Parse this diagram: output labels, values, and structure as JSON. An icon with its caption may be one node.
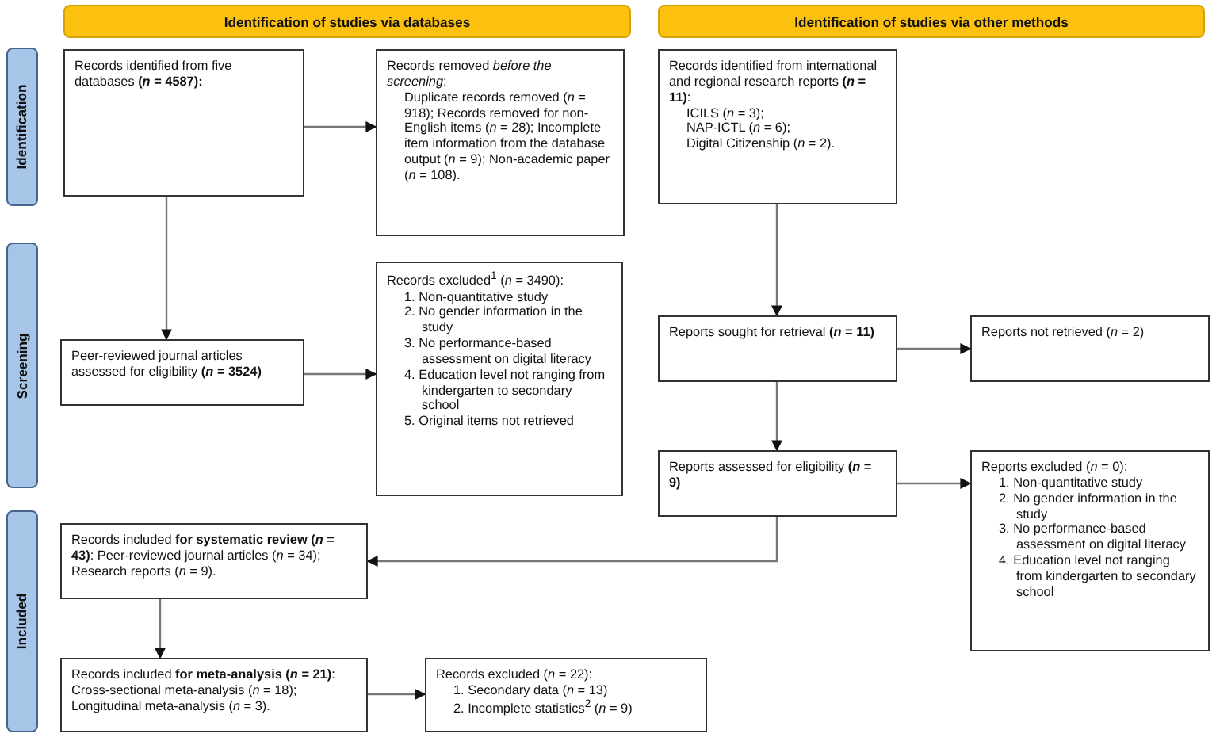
{
  "diagram": {
    "nodes": [
      {
        "text": [
          "Identification of studies via databases"
        ]
      },
      {
        "text": [
          "Identification of studies via other methods"
        ]
      },
      {
        "text": [
          "Identification"
        ]
      },
      {
        "text": [
          "Records identified from five databases **(*n* = 4587):**"
        ]
      },
      {
        "text": [
          "Records removed *before the screening*:",
          "Duplicate records removed (*n* = 918); Records removed for non-English items (*n* = 28); Incomplete item information from the database output (*n* = 9); Non-academic paper (*n* = 108)."
        ]
      },
      {
        "text": [
          "Records identified from international and regional research reports **(*n* = 11)**:",
          "ICILS (*n* = 3);",
          "NAP-ICTL (*n* = 6);",
          "Digital Citizenship (*n* = 2)."
        ]
      },
      {
        "text": [
          "Screening"
        ]
      },
      {
        "text": [
          "Peer-reviewed journal articles assessed for eligibility **(*n* = 3524)**"
        ]
      },
      {
        "text": [
          "Records excluded$^{1}$ (*n* = 3490):",
          "1. Non-quantitative study",
          "2. No gender information in the study",
          "3. No performance-based assessment on digital literacy",
          "4. Education level not ranging from kindergarten to secondary school",
          "5. Original items not retrieved"
        ]
      },
      {
        "text": [
          "Reports sought for retrieval **(*n* = 11)**"
        ]
      },
      {
        "text": [
          "Reports not retrieved (*n* = 2)"
        ]
      },
      {
        "text": [
          "Reports assessed for eligibility **(*n* = 9)**"
        ]
      },
      {
        "text": [
          "Reports excluded (*n* = 0):",
          "1. Non-quantitative study",
          "2. No gender information in the study",
          "3. No performance-based assessment on digital literacy",
          "4. Education level not ranging from kindergarten to secondary school"
        ]
      },
      {
        "text": [
          "Included"
        ]
      },
      {
        "text": [
          "Records included **for systematic review (*n* = 43)**: Peer-reviewed journal articles (*n* = 34); Research reports (*n* = 9)."
        ]
      },
      {
        "text": [
          "Records included **for meta-analysis (*n* = 21)**: Cross-sectional meta-analysis (*n* = 18); Longitudinal meta-analysis (*n* = 3)."
        ]
      },
      {
        "text": [
          "Records excluded (*n* = 22):",
          "1. Secondary data (*n* = 13)",
          "2. Incomplete statistics$^{2}$ (*n* = 9)"
        ]
      }
    ],
    "edges": [
      {
        "from": 3,
        "to": 4,
        "arrow": "to"
      },
      {
        "from": 3,
        "to": 7,
        "arrow": "to"
      },
      {
        "from": 7,
        "to": 8,
        "arrow": "to"
      },
      {
        "from": 5,
        "to": 9,
        "arrow": "to"
      },
      {
        "from": 9,
        "to": 10,
        "arrow": "to"
      },
      {
        "from": 9,
        "to": 11,
        "arrow": "to"
      },
      {
        "from": 11,
        "to": 12,
        "arrow": "to"
      },
      {
        "from": 11,
        "to": 14,
        "arrow": "to"
      },
      {
        "from": 14,
        "to": 15,
        "arrow": "to"
      },
      {
        "from": 15,
        "to": 16,
        "arrow": "to"
      }
    ]
  }
}
